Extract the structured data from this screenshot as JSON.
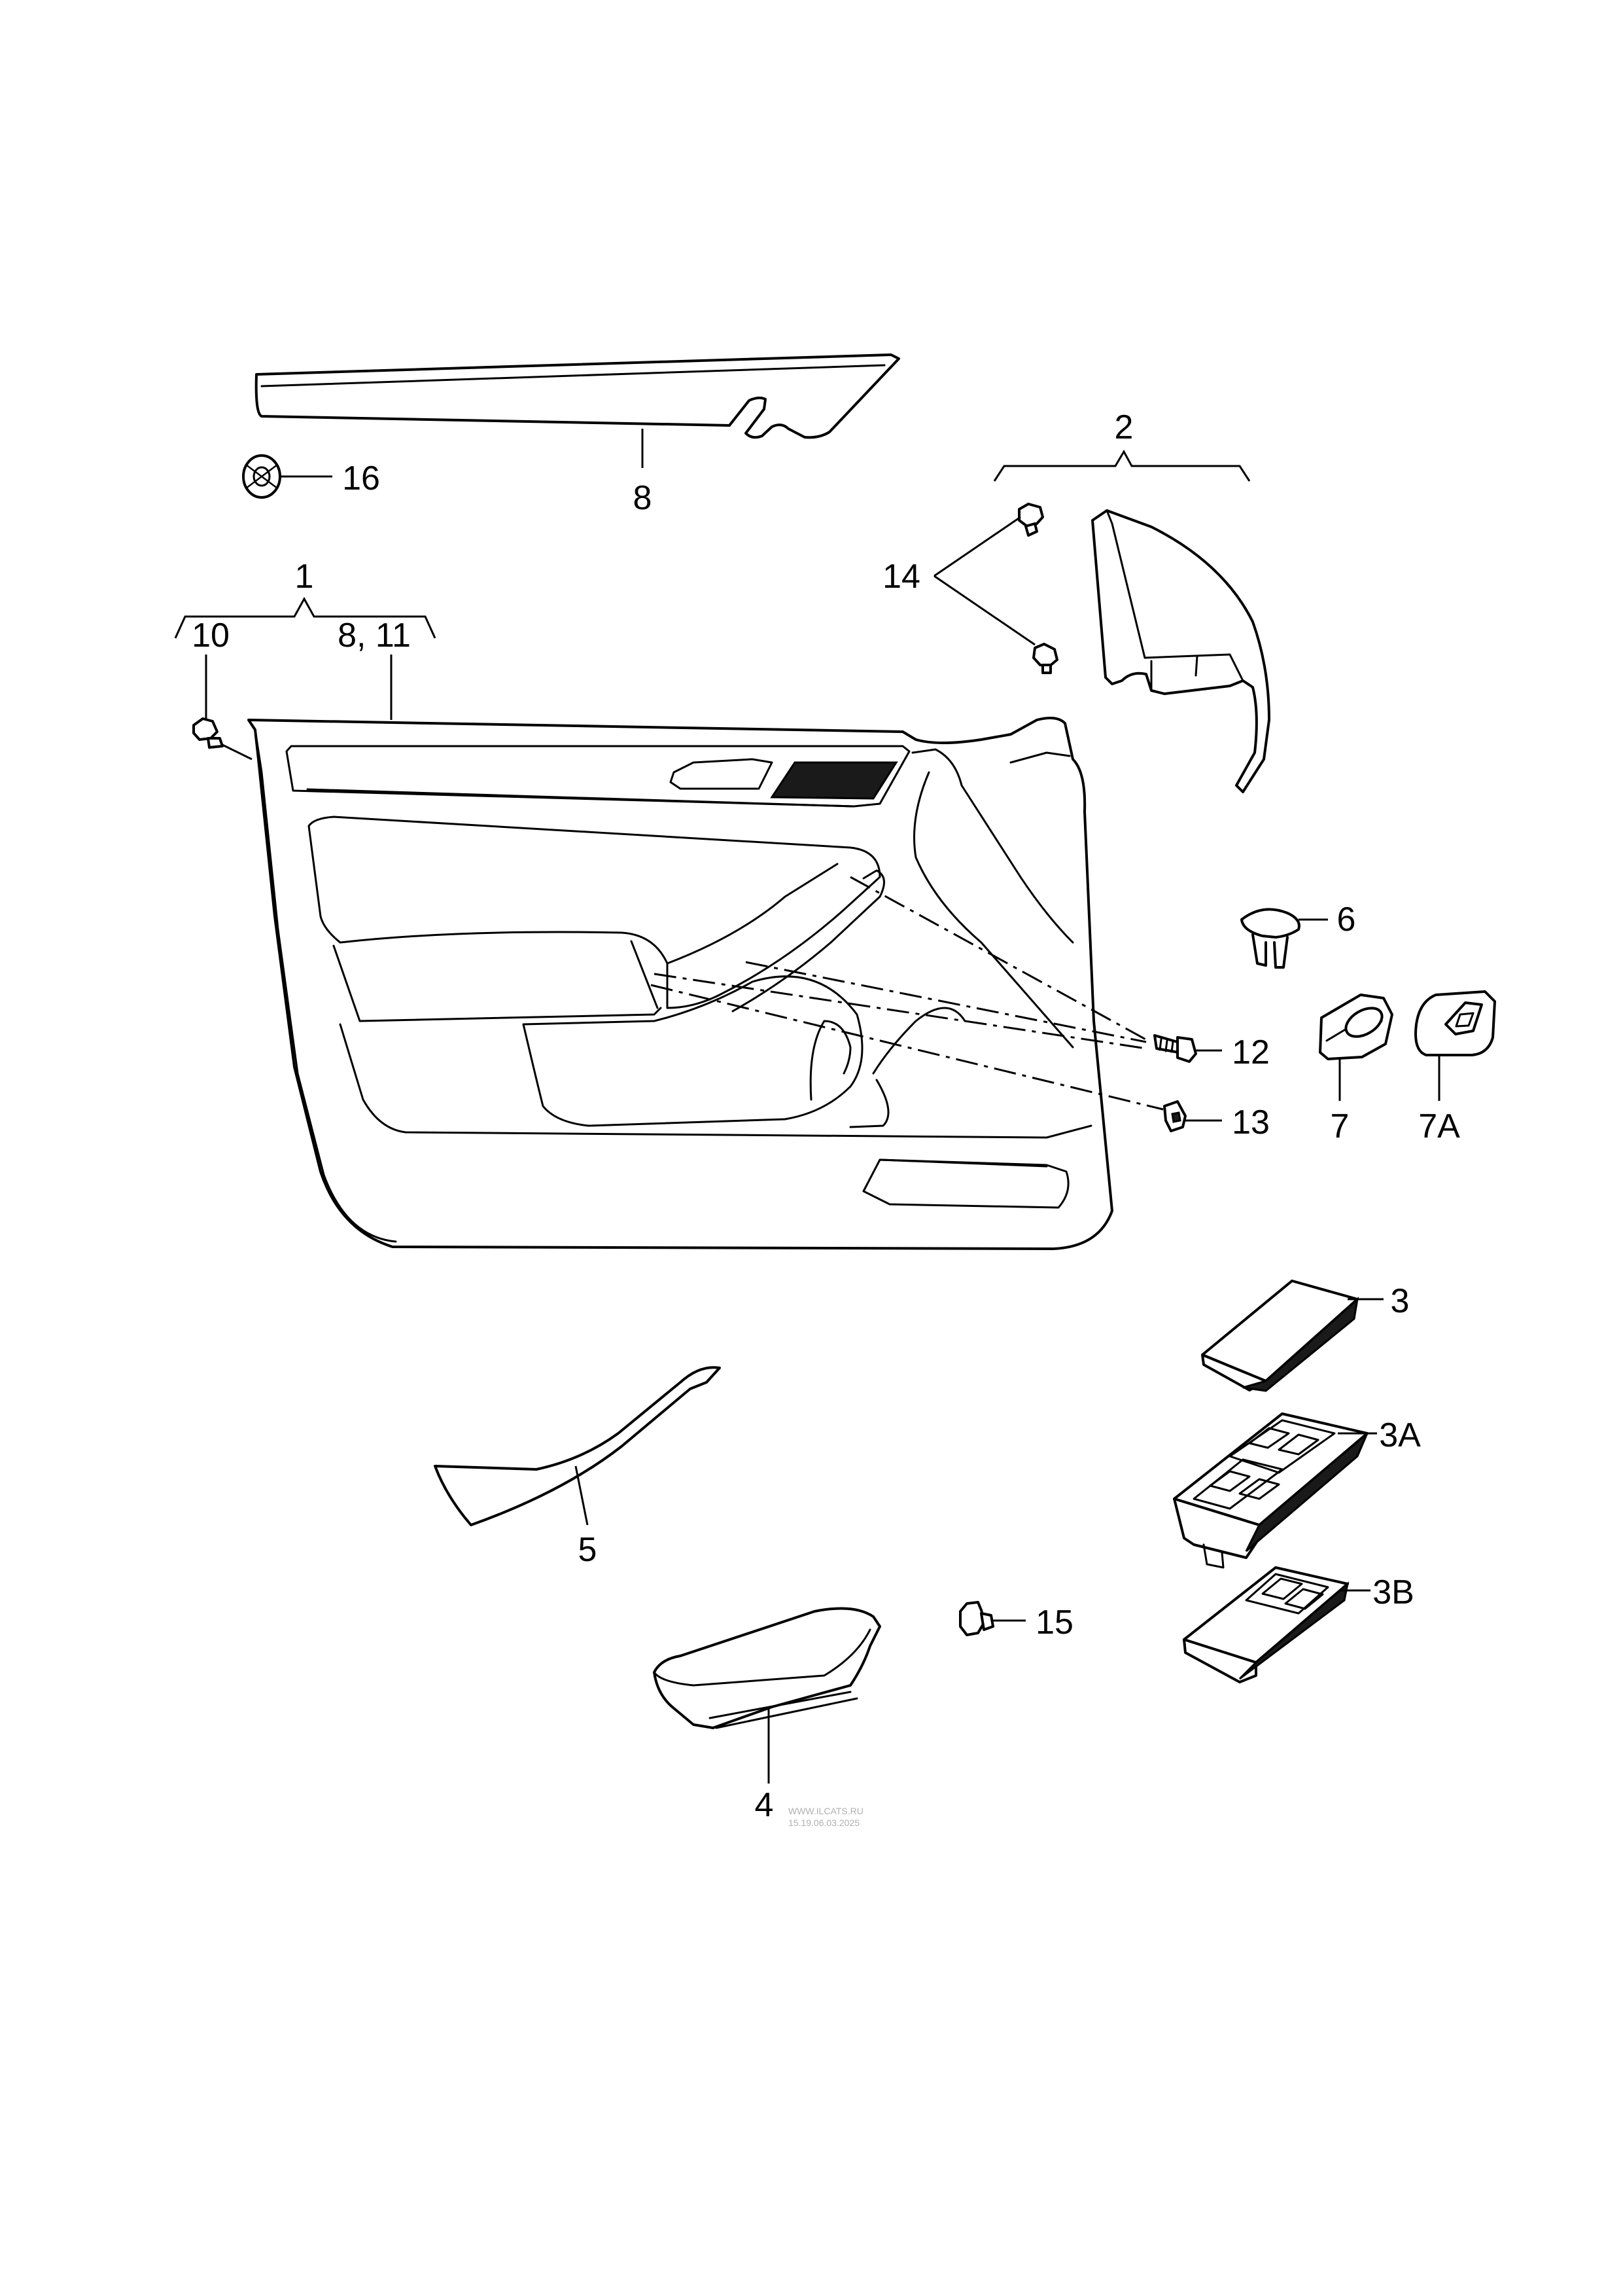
{
  "callouts": {
    "c1": "1",
    "c2": "2",
    "c3": "3",
    "c3a": "3A",
    "c3b": "3B",
    "c4": "4",
    "c5": "5",
    "c6": "6",
    "c7": "7",
    "c7a": "7A",
    "c8": "8",
    "c8_11": "8, 11",
    "c10": "10",
    "c12": "12",
    "c13": "13",
    "c14": "14",
    "c15": "15",
    "c16": "16"
  },
  "watermark": {
    "line1": "WWW.ILCATS.RU",
    "line2": "15.19.06.03.2025"
  }
}
